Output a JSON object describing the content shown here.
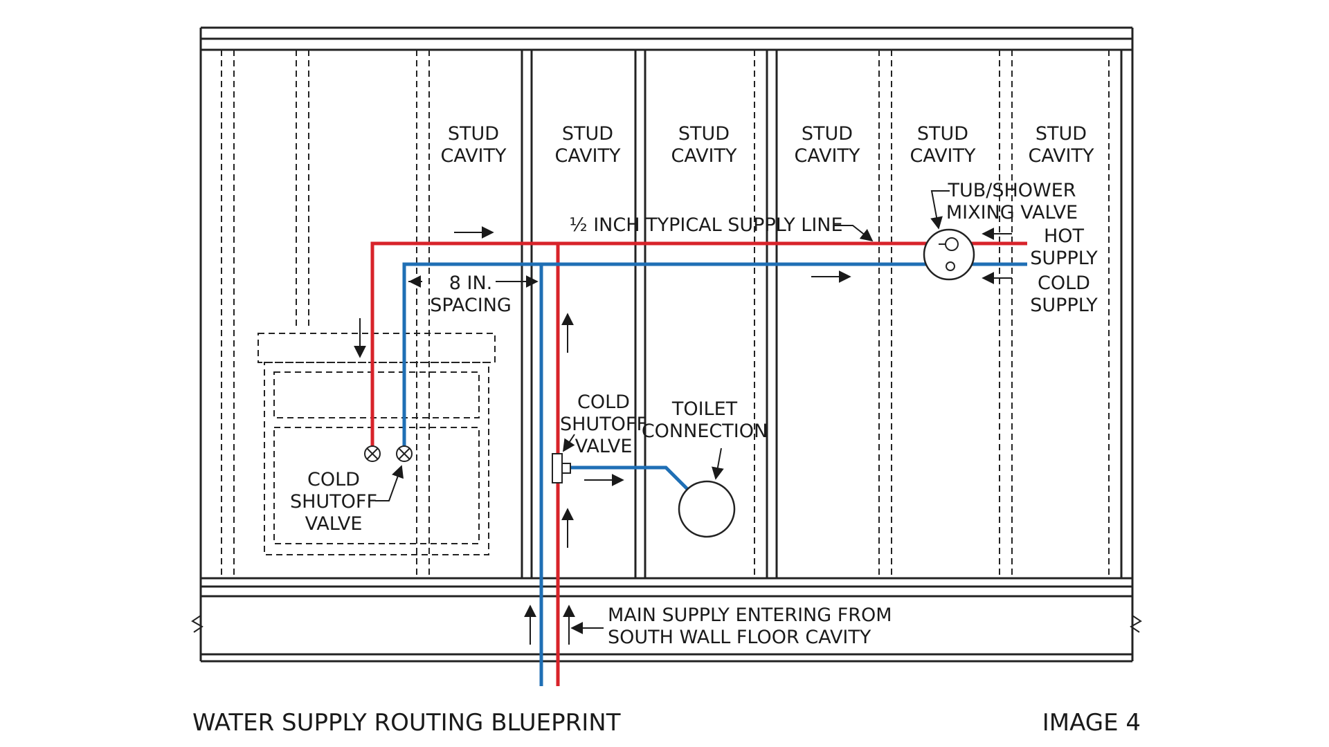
{
  "diagram": {
    "stud_cavities": [
      {
        "line1": "STUD",
        "line2": "CAVITY"
      },
      {
        "line1": "STUD",
        "line2": "CAVITY"
      },
      {
        "line1": "STUD",
        "line2": "CAVITY"
      },
      {
        "line1": "STUD",
        "line2": "CAVITY"
      },
      {
        "line1": "STUD",
        "line2": "CAVITY"
      },
      {
        "line1": "STUD",
        "line2": "CAVITY"
      }
    ],
    "supply_line": "½ INCH TYPICAL SUPPLY LINE",
    "mixing_valve": {
      "line1": "TUB/SHOWER",
      "line2": "MIXING VALVE"
    },
    "hot_supply": {
      "line1": "HOT",
      "line2": "SUPPLY"
    },
    "cold_supply": {
      "line1": "COLD",
      "line2": "SUPPLY"
    },
    "spacing": {
      "line1": "8 IN.",
      "line2": "SPACING"
    },
    "sink_valve": {
      "line1": "COLD",
      "line2": "SHUTOFF",
      "line3": "VALVE"
    },
    "toilet_valve": {
      "line1": "COLD",
      "line2": "SHUTOFF",
      "line3": "VALVE"
    },
    "toilet": {
      "line1": "TOILET",
      "line2": "CONNECTION"
    },
    "main_supply": {
      "line1": "MAIN SUPPLY ENTERING FROM",
      "line2": "SOUTH WALL FLOOR CAVITY"
    },
    "colors": {
      "hot": "#d8232a",
      "cold": "#1f6fb5"
    }
  },
  "footer": {
    "title": "WATER SUPPLY ROUTING BLUEPRINT",
    "image_label": "IMAGE 4"
  }
}
